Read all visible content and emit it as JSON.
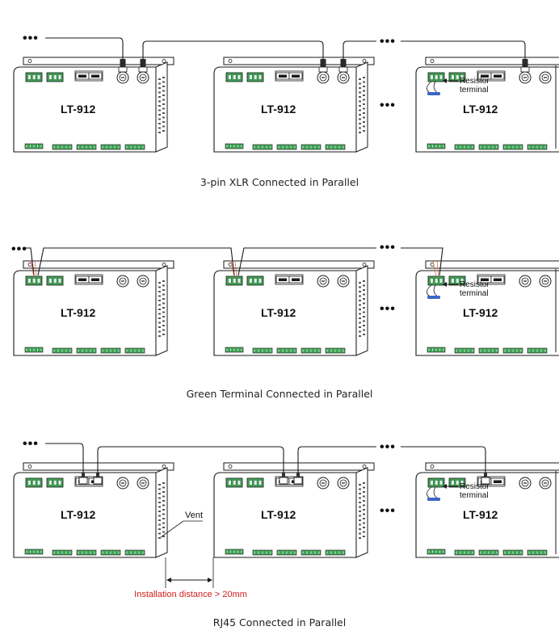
{
  "device_label": "LT-912",
  "continuation": "•••",
  "resistor_label_line1": "Resistor",
  "resistor_label_line2": "terminal",
  "vent_label": "Vent",
  "distance_label": "Installation distance > 20mm",
  "colors": {
    "outline": "#1a1a1a",
    "terminal_green": "#3fa356",
    "resistor_blue": "#3a66c4",
    "wire_red": "#d9603a",
    "distance_text": "#d21e1e"
  },
  "sections": [
    {
      "id": "xlr",
      "caption": "3-pin XLR Connected in Parallel",
      "connection": "xlr"
    },
    {
      "id": "terminal",
      "caption": "Green Terminal Connected in Parallel",
      "connection": "terminal"
    },
    {
      "id": "rj45",
      "caption": "RJ45 Connected in Parallel",
      "connection": "rj45"
    }
  ]
}
